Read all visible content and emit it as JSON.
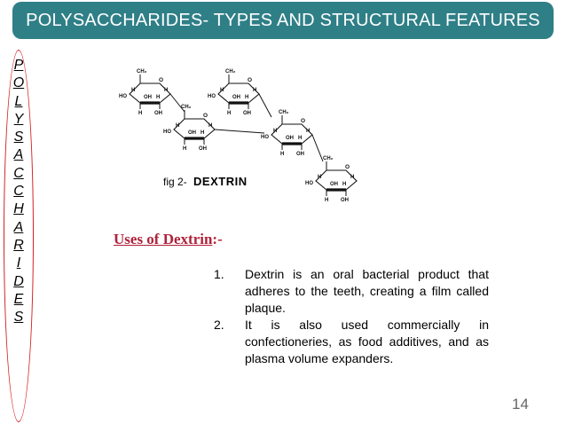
{
  "slide": {
    "title": "POLYSACCHARIDES- TYPES AND STRUCTURAL FEATURES",
    "side_letters": [
      "P",
      "O",
      "L",
      "Y",
      "S",
      "A",
      "C",
      "C",
      "H",
      "A",
      "R",
      "I",
      "D",
      "E",
      "S"
    ],
    "figure": {
      "caption_prefix": "fig 2-",
      "caption_name": "DEXTRIN",
      "ring_labels": {
        "ch2": "CH₂",
        "h": "H",
        "oh": "OH",
        "ho": "HO",
        "o": "O"
      }
    },
    "uses": {
      "heading_term": "Uses of Dextrin",
      "heading_suffix": ":-",
      "items": [
        {
          "number": "1.",
          "text": "Dextrin is an oral bacterial product that adheres to the teeth, creating a film called plaque."
        },
        {
          "number": "2.",
          "text": "It is also used commercially in confectioneries, as food additives, and as plasma volume expanders."
        }
      ]
    },
    "page_number": "14",
    "colors": {
      "title_bar": "#2f7f87",
      "side_oval": "#d31f1f",
      "uses_heading": "#b0213a"
    }
  }
}
